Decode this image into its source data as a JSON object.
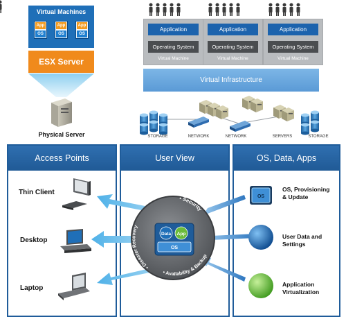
{
  "top_left": {
    "vm_title": "Virtual Machines",
    "mini_app": "App",
    "mini_os": "OS",
    "esx": "ESX Server",
    "physical": "Physical Server"
  },
  "top_right": {
    "vm_app": "Application",
    "vm_os": "Operating System",
    "vm_caption": "Virtual Machine",
    "infra": "Virtual Infrastructure",
    "bottom_labels": [
      "STORAGE",
      "NETWORK",
      "NETWORK",
      "SERVERS",
      "STORAGE"
    ]
  },
  "panels": {
    "access": "Access Points",
    "user": "User View",
    "os": "OS, Data, Apps"
  },
  "access_items": [
    "Thin Client",
    "Desktop",
    "Laptop"
  ],
  "center": {
    "security": "Security",
    "disaster": "Disaster Recovery",
    "availability": "Availability & Backup",
    "data": "Data",
    "app": "App",
    "os": "OS"
  },
  "right_items": {
    "os_icon": "OS",
    "item1": "OS, Provisioning & Update",
    "item2": "User Data and Settings",
    "item3": "Application Virtualization"
  },
  "colors": {
    "blue": "#1f5c9a",
    "orange": "#f08a1c",
    "green": "#5fb832"
  }
}
